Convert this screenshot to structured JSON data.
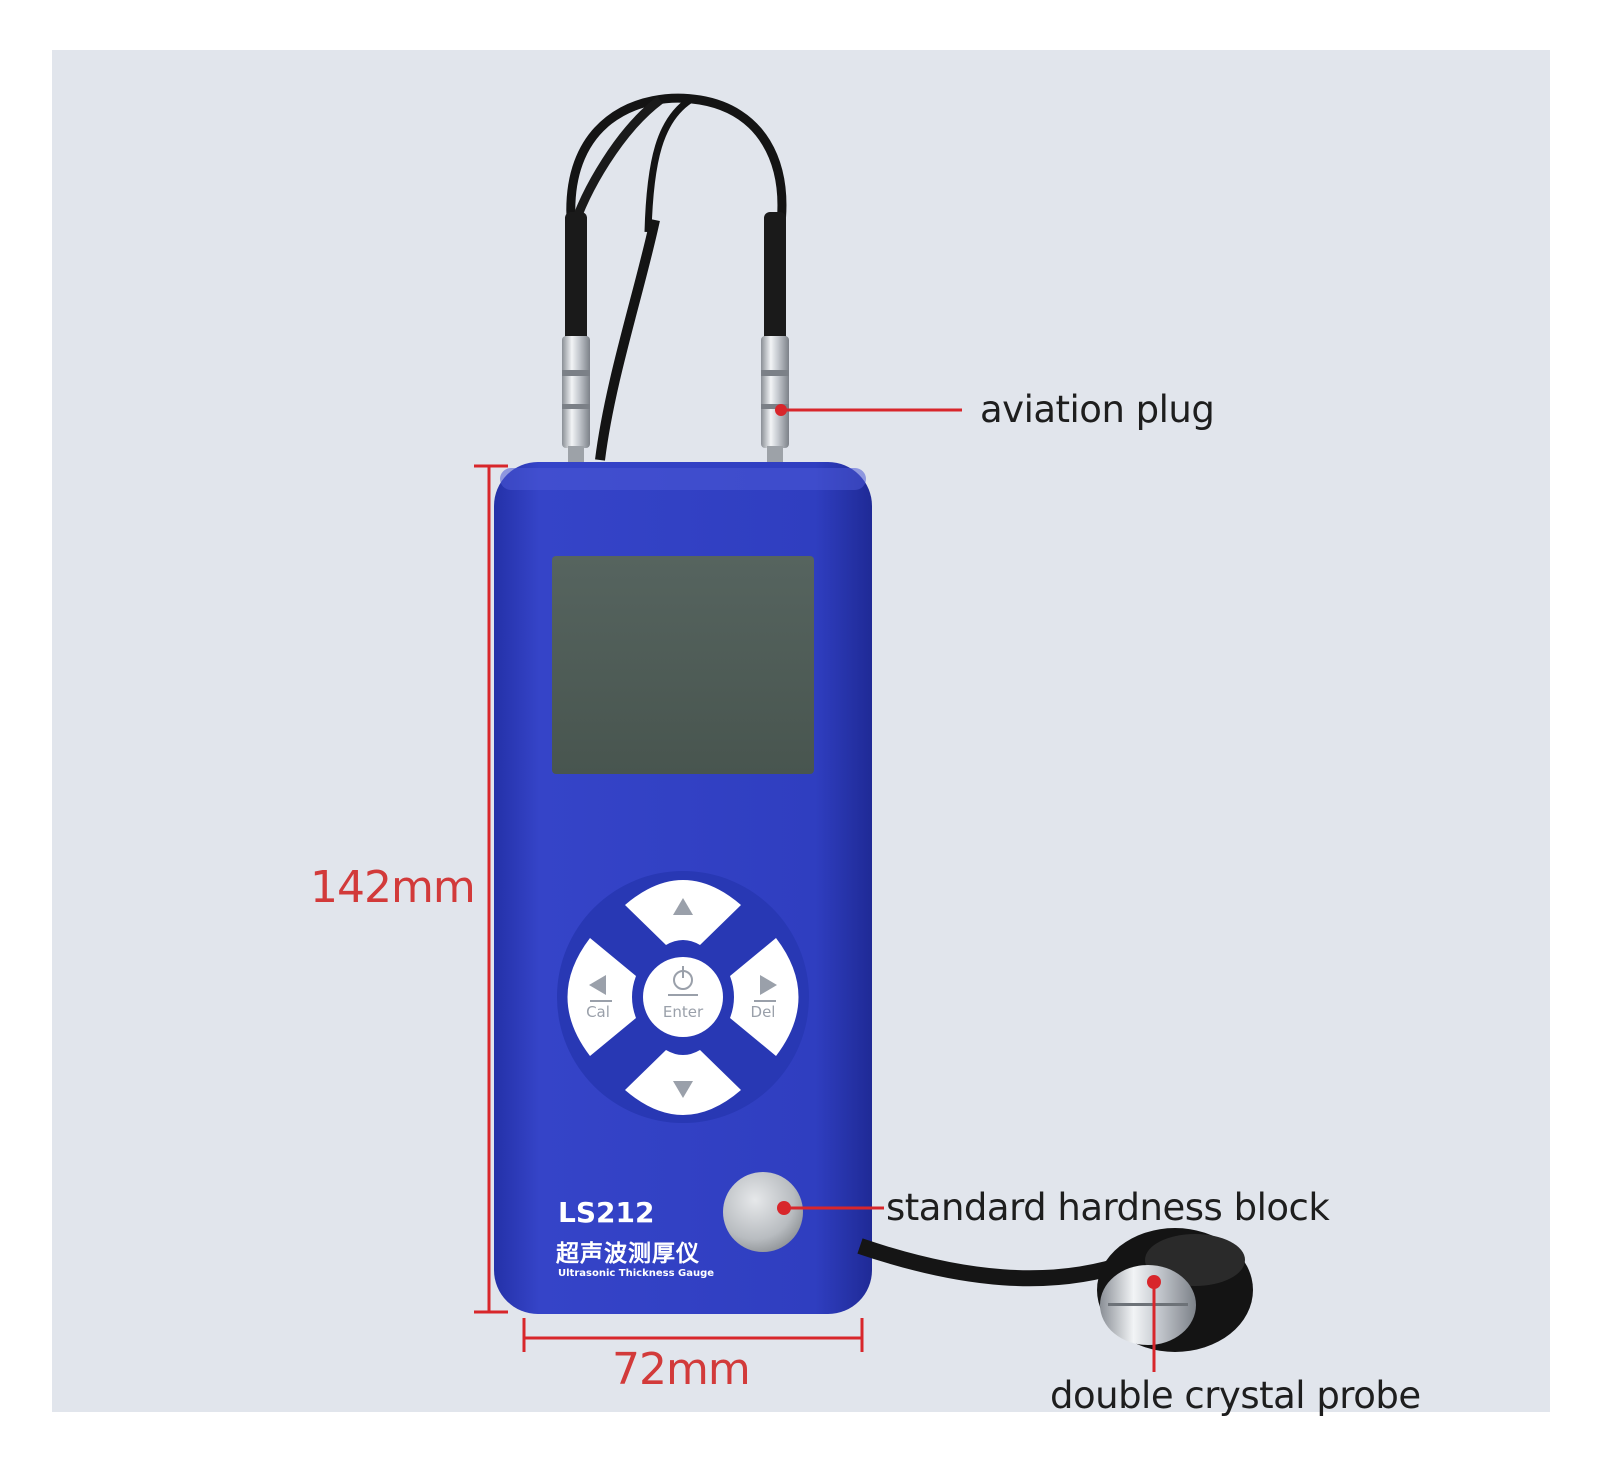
{
  "annotations": {
    "aviation_plug": "aviation plug",
    "standard_block": "standard hardness block",
    "probe": "double crystal probe"
  },
  "dimensions": {
    "height": "142mm",
    "width": "72mm"
  },
  "device": {
    "model": "LS212",
    "chinese_name": "超声波测厚仪",
    "english_name": "Ultrasonic Thickness Gauge",
    "keys": {
      "left": "Cal",
      "center": "Enter",
      "right": "Del"
    }
  },
  "colors": {
    "body": "#2e3dbf",
    "screen": "#4c5a58",
    "leader": "#d8262b",
    "background": "#e1e5ec"
  }
}
